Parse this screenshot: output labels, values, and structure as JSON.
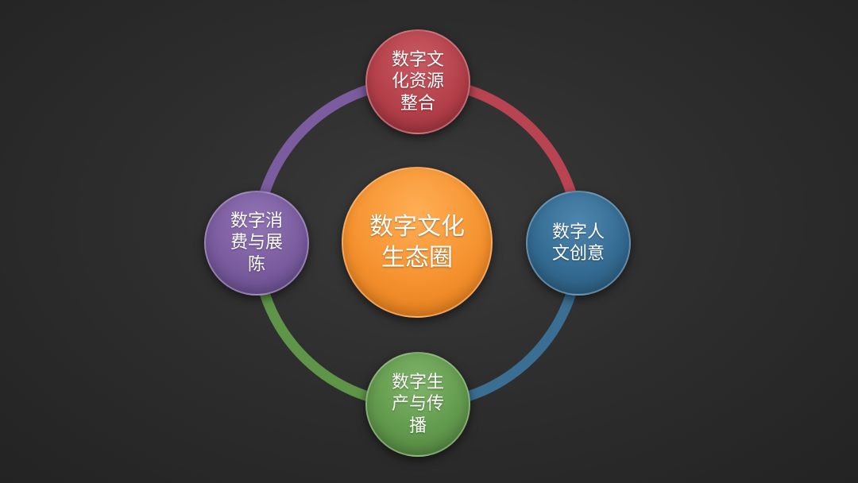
{
  "diagram": {
    "center": {
      "text": "数字文化\n生态圈",
      "color": "#f5922f"
    },
    "nodes": {
      "top": {
        "text": "数字文\n化资源\n整合",
        "color": "#b4404a"
      },
      "right": {
        "text": "数字人\n文创意",
        "color": "#346b92"
      },
      "bottom": {
        "text": "数字生\n产与传\n播",
        "color": "#629a4d"
      },
      "left": {
        "text": "数字消\n费与展\n陈",
        "color": "#7a5c9f"
      }
    },
    "ring_colors": {
      "top_to_right": "#b84452",
      "right_to_bottom": "#3a6e92",
      "bottom_to_left": "#5e9548",
      "left_to_top": "#7a5c9f"
    },
    "background": "#2b2b2b"
  }
}
